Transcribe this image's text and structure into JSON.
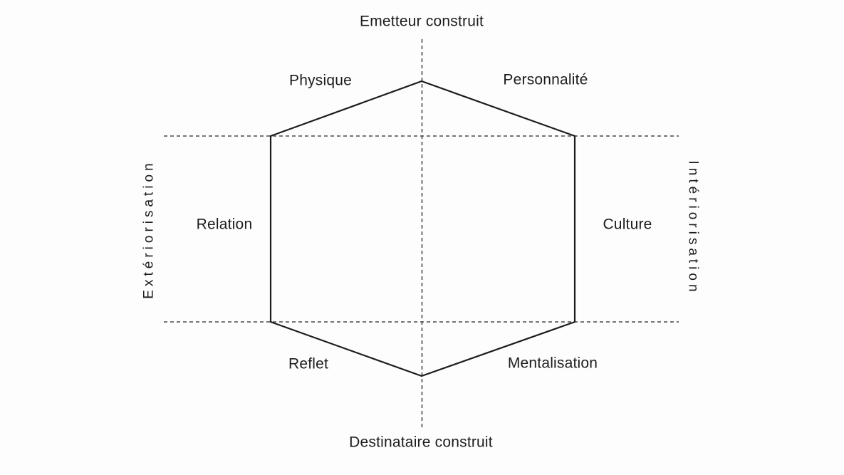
{
  "diagram": {
    "poles": {
      "top": "Emetteur construit",
      "bottom": "Destinataire construit",
      "left": "Extériorisation",
      "right": "Intériorisation"
    },
    "facets": {
      "top_left": "Physique",
      "top_right": "Personnalité",
      "left": "Relation",
      "right": "Culture",
      "bottom_left": "Reflet",
      "bottom_right": "Mentalisation"
    },
    "colors": {
      "background": "#fdfdfd",
      "solid_line": "#1c1c1c",
      "dashed_line": "#4a4a4a",
      "text": "#1c1c1c"
    }
  }
}
